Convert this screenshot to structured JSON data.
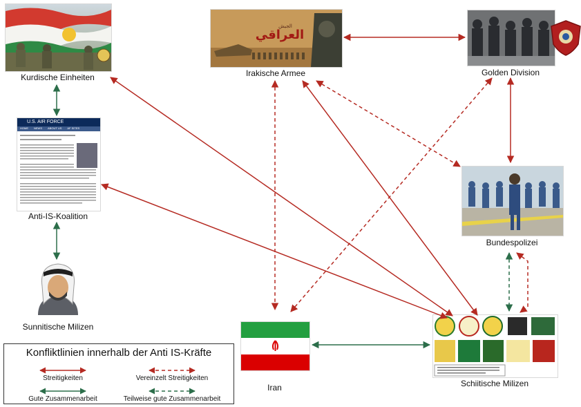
{
  "nodes": {
    "kurdish": {
      "label": "Kurdische Einheiten",
      "image": "flag-and-soldiers-photo"
    },
    "army": {
      "label": "Irakische Armee",
      "image": "army-banner-photo",
      "banner_arabic": "العراقي",
      "banner_small": "الجيش"
    },
    "golden": {
      "label": "Golden Division",
      "image": "special-forces-photo"
    },
    "coalition": {
      "label": "Anti-IS-Koalition",
      "image": "air-force-webpage-screenshot",
      "web_header": "U.S. AIR FORCE",
      "web_nav": [
        "HOME",
        "NEWS",
        "ABOUT US",
        "AF SITES"
      ]
    },
    "federal": {
      "label": "Bundespolizei",
      "image": "marching-police-photo"
    },
    "sunni": {
      "label": "Sunnitische Milizen",
      "image": "sheikh-avatar-icon"
    },
    "iran": {
      "label": "Iran",
      "image": "iran-flag"
    },
    "shia": {
      "label": "Schiitische Milizen",
      "image": "militia-emblems-grid"
    }
  },
  "legend": {
    "title": "Konfliktlinien innerhalb der Anti IS-Kräfte",
    "items": [
      {
        "label": "Streitigkeiten",
        "style": "solid",
        "color": "#b52a22"
      },
      {
        "label": "Vereinzelt Streitigkeiten",
        "style": "dashed",
        "color": "#b52a22"
      },
      {
        "label": "Gute Zusammenarbeit",
        "style": "solid",
        "color": "#2c6e4a"
      },
      {
        "label": "Teilweise gute Zusammenarbeit",
        "style": "dashed",
        "color": "#2c6e4a"
      }
    ]
  },
  "relations": [
    {
      "from": "army",
      "to": "golden",
      "type": "conflict"
    },
    {
      "from": "golden",
      "to": "federal",
      "type": "conflict"
    },
    {
      "from": "army",
      "to": "iran",
      "type": "occasional-conflict"
    },
    {
      "from": "army",
      "to": "federal",
      "type": "occasional-conflict"
    },
    {
      "from": "golden",
      "to": "iran",
      "type": "occasional-conflict"
    },
    {
      "from": "federal",
      "to": "shia",
      "type": "occasional-conflict"
    },
    {
      "from": "federal",
      "to": "shia",
      "type": "partial-cooperation"
    },
    {
      "from": "kurdish",
      "to": "coalition",
      "type": "cooperation"
    },
    {
      "from": "coalition",
      "to": "sunni",
      "type": "cooperation"
    },
    {
      "from": "iran",
      "to": "shia",
      "type": "cooperation"
    },
    {
      "from": "kurdish",
      "to": "shia",
      "type": "conflict"
    },
    {
      "from": "coalition",
      "to": "shia",
      "type": "conflict"
    },
    {
      "from": "army",
      "to": "shia",
      "type": "conflict"
    }
  ],
  "colors": {
    "conflict": "#b52a22",
    "cooperation": "#2c6e4a"
  }
}
